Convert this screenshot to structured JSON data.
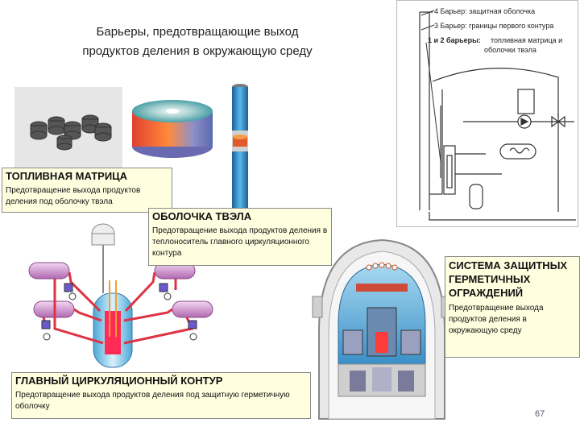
{
  "title": {
    "line1": "Барьеры, предотвращающие выход",
    "line2": "продуктов деления в окружающую среду"
  },
  "inset": {
    "label1": "4 Барьер: защитная оболочка",
    "label2": "3 Барьер: границы первого контура",
    "label3_prefix": "1 и 2 барьеры:",
    "label3_text": "топливная матрица и",
    "label4": "оболочки твэла"
  },
  "boxes": {
    "fuel_matrix": {
      "heading": "ТОПЛИВНАЯ МАТРИЦА",
      "text": "Предотвращение выхода продуктов деления под оболочку твэла"
    },
    "cladding": {
      "heading": "ОБОЛОЧКА ТВЭЛА",
      "text": "Предотвращение выхода продуктов деления в теплоноситель главного циркуляционного контура"
    },
    "containment": {
      "heading": "СИСТЕМА ЗАЩИТНЫХ ГЕРМЕТИЧНЫХ ОГРАЖДЕНИЙ",
      "text": "Предотвращение выхода продуктов деления в окружающую среду"
    },
    "primary_circuit": {
      "heading": "ГЛАВНЫЙ ЦИРКУЛЯЦИОННЫЙ КОНТУР",
      "text": "Предотвращение выхода продуктов деления под защитную герметичную оболочку"
    }
  },
  "page_number": "67",
  "colors": {
    "box_fill": "#ffffe0",
    "pellet": "#555555",
    "tube": "#3399cc",
    "loop_pipe": "#dd3344",
    "pump": "#cc88cc"
  }
}
